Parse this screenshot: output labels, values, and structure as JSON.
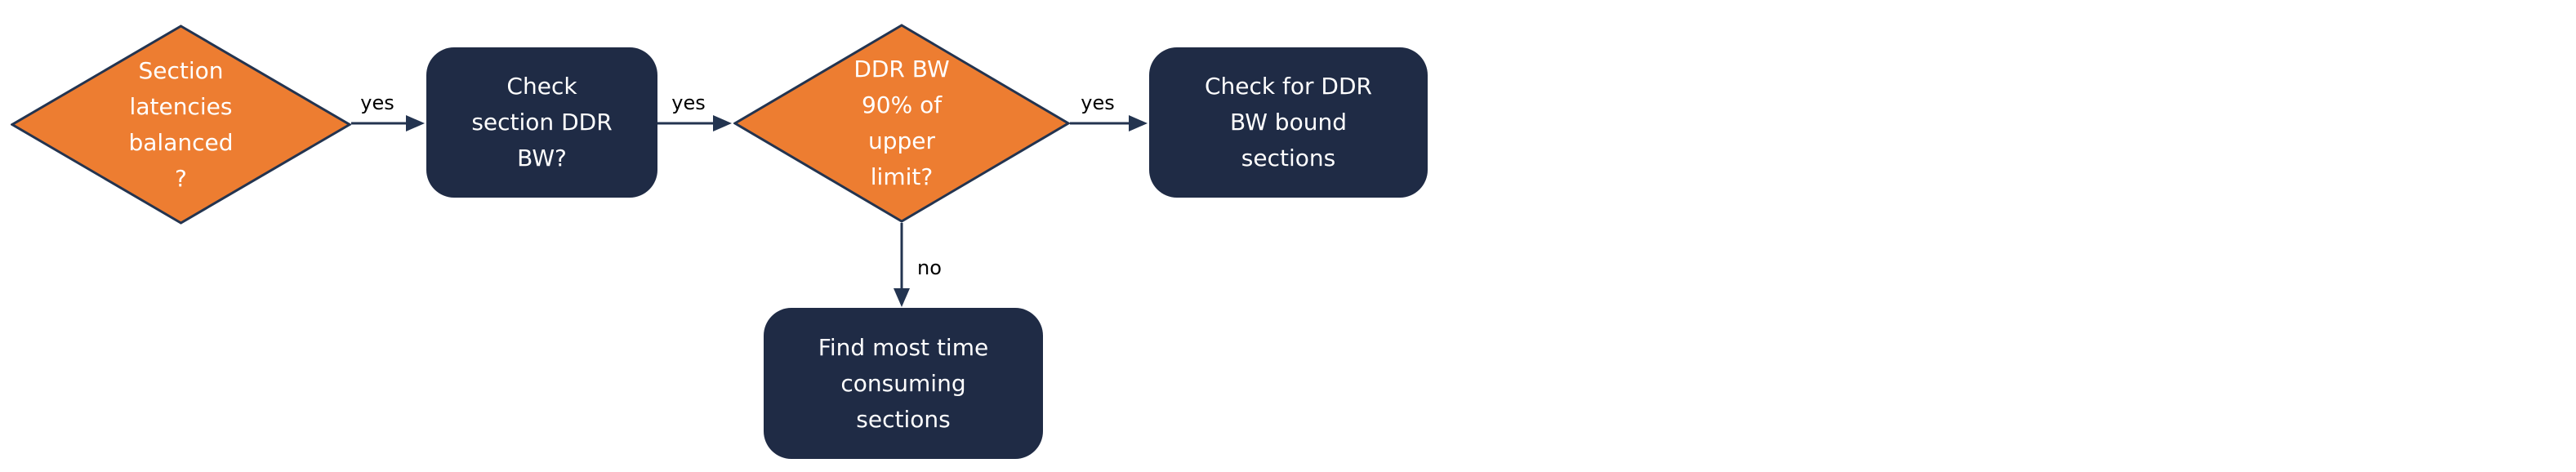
{
  "colors": {
    "canvas": "#ffffff",
    "orange": "#ED7D31",
    "navy": "#1F2B45",
    "stroke": "#233450",
    "nodeText": "#ffffff",
    "edgeLabel": "#000000"
  },
  "flowchart": {
    "nodes": {
      "sectionLatencies": {
        "shape": "decision",
        "lines": [
          "Section",
          "latencies",
          "balanced",
          "?"
        ]
      },
      "checkSectionDdrBw": {
        "shape": "process",
        "lines": [
          "Check",
          "section DDR",
          "BW?"
        ]
      },
      "ddrBw90": {
        "shape": "decision",
        "lines": [
          "DDR BW",
          "90% of",
          "upper",
          "limit?"
        ]
      },
      "checkDdrBwBound": {
        "shape": "process",
        "lines": [
          "Check for DDR",
          "BW bound",
          "sections"
        ]
      },
      "findMostTime": {
        "shape": "process",
        "lines": [
          "Find most time",
          "consuming",
          "sections"
        ]
      }
    },
    "edges": [
      {
        "from": "sectionLatencies",
        "to": "checkSectionDdrBw",
        "label": "yes"
      },
      {
        "from": "checkSectionDdrBw",
        "to": "ddrBw90",
        "label": "yes"
      },
      {
        "from": "ddrBw90",
        "to": "checkDdrBwBound",
        "label": "yes"
      },
      {
        "from": "ddrBw90",
        "to": "findMostTime",
        "label": "no"
      }
    ]
  }
}
